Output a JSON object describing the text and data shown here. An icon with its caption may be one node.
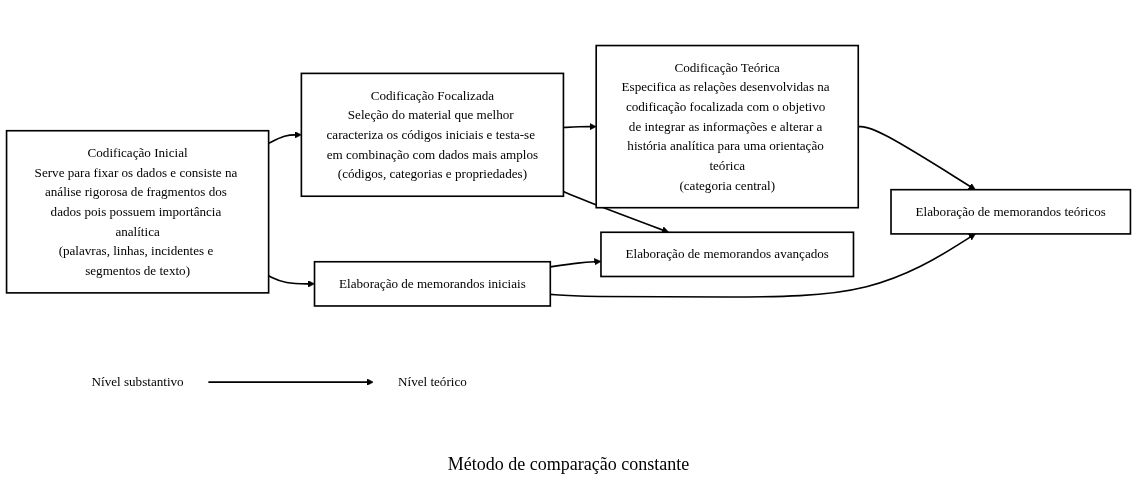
{
  "diagram": {
    "nodes": [
      {
        "text": [
          "Codificação Inicial",
          "Serve para fixar os dados e consiste na análise rigorosa de fragmentos dos dados pois possuem importância analítica",
          "(palavras, linhas, incidentes e segmentos de texto)"
        ]
      },
      {
        "text": [
          "Codificação Focalizada",
          "Seleção do material que melhor caracteriza os códigos iniciais e testa-se em combinação com dados mais amplos",
          "(códigos, categorias e propriedades)"
        ]
      },
      {
        "text": [
          "Codificação Teórica",
          "Especifica as relações desenvolvidas na codificação focalizada com o objetivo de integrar as informações e alterar a história analítica para uma orientação teórica",
          "(categoria central)"
        ]
      },
      {
        "text": [
          "Elaboração de memorandos iniciais"
        ]
      },
      {
        "text": [
          "Elaboração de memorandos avançados"
        ]
      },
      {
        "text": [
          "Elaboração de memorandos teóricos"
        ]
      },
      {
        "text": [
          "Nível substantivo"
        ]
      },
      {
        "text": [
          "Nível teórico"
        ]
      }
    ],
    "edges": [
      {
        "from": 0,
        "to": 1,
        "arrow": "to"
      },
      {
        "from": 1,
        "to": 2,
        "arrow": "to"
      },
      {
        "from": 0,
        "to": 3,
        "arrow": "to"
      },
      {
        "from": 1,
        "to": 4,
        "arrow": "to"
      },
      {
        "from": 2,
        "to": 5,
        "arrow": "to"
      },
      {
        "from": 3,
        "to": 4,
        "arrow": "to"
      },
      {
        "from": 3,
        "to": 5,
        "arrow": "to"
      },
      {
        "from": 6,
        "to": 7,
        "arrow": "to"
      }
    ],
    "labels": [
      "Método de comparação constante"
    ]
  }
}
